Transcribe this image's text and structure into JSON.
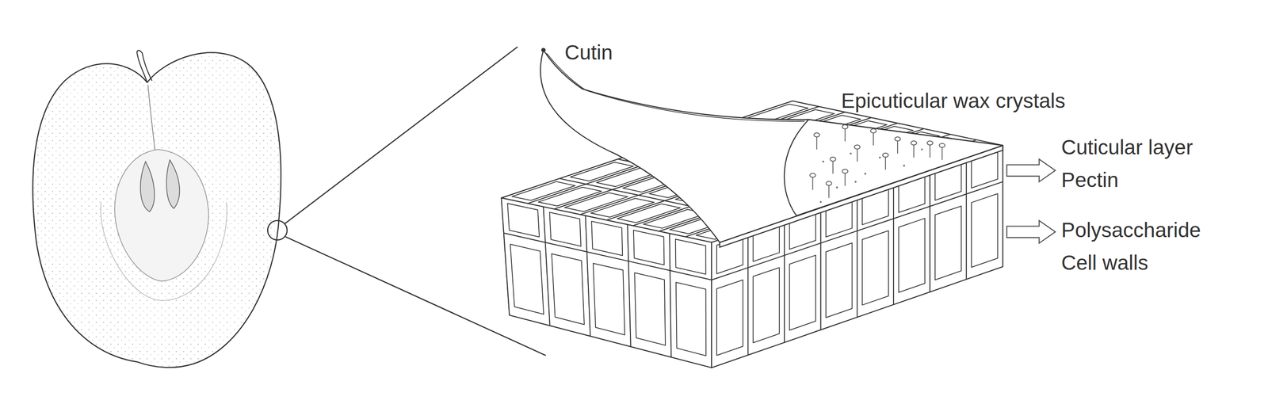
{
  "diagram": {
    "labels": [
      "Cutin",
      "Epicuticular wax crystals",
      "Cuticular layer",
      "Pectin",
      "Polysaccharide",
      "Cell walls"
    ]
  }
}
